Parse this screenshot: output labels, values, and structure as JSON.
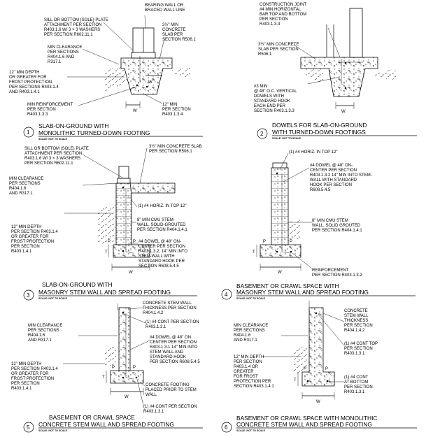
{
  "details": [
    {
      "number": "1",
      "title_line1": "SLAB-ON-GROUND WITH",
      "title_line2": "MONOLITHIC TURNED-DOWN FOOTING",
      "scale": "SCALE: NOT TO SCALE",
      "labels": {
        "wall": [
          "BEARING WALL OR",
          "BRACED WALL LINE"
        ],
        "plate": [
          "SILL OR BOTTOM (SOLE) PLATE",
          "ATTACHMENT PER SECTION",
          "R403.1.6 W/ 3 × 3 WASHERS",
          "PER SECTION R602.11.1"
        ],
        "slab": [
          "3½\" MIN",
          "CONCRETE",
          "SLAB PER",
          "SECTION R506.1"
        ],
        "clearance": [
          "MIN CLEARANCE",
          "PER SECTIONS",
          "R404.1.6 AND",
          "R317.1"
        ],
        "depth": [
          "12\" MIN DEPTH",
          "OR GREATER FOR",
          "FROST PROTECTION",
          "PER SECTIONS R403.1.4",
          "AND R403.1.4.1"
        ],
        "reinf": [
          "MIN REINFORCEMENT",
          "PER SECTION",
          "R403.1.3.3"
        ],
        "width": [
          "12\" MIN",
          "PER SECTION",
          "R403.1.3.4"
        ]
      },
      "dims": {
        "w1": "W",
        "w2": "W"
      }
    },
    {
      "number": "2",
      "title_line1": "DOWELS FOR SLAB-ON-GROUND",
      "title_line2": "WITH TURNED-DOWN FOOTINGS",
      "scale": "SCALE: NOT TO SCALE",
      "labels": {
        "joint": [
          "CONSTRUCTION JOINT",
          "#4 MIN HORIZONTAL",
          "BAR TOP AND BOTTOM",
          "PER SECTION",
          "R403.1.3.3"
        ],
        "slab": [
          "3½\" MIN CONCRETE",
          "SLAB PER SECTION",
          "R506.1"
        ],
        "dowels": [
          "#3 MIN",
          "@ 48\" O.C. VERTICAL",
          "DOWELS WITH",
          "STANDARD HOOK",
          "EACH END PER",
          "SECTION R403.1.3.3"
        ]
      },
      "dims": {
        "w1": "W"
      }
    },
    {
      "number": "3",
      "title_line1": "SLAB-ON-GROUND WITH",
      "title_line2": "MASONRY STEM WALL AND SPREAD FOOTING",
      "scale": "SCALE: NOT TO SCALE",
      "labels": {
        "plate": [
          "SILL OR BOTTOM (SOLE) PLATE",
          "ATTACHMENT PER SECTION",
          "R403.1.6 W/ 3 × 3 WASHERS",
          "PER SECTION R602.11.1"
        ],
        "slab": [
          "3½\" MIN CONCRETE SLAB",
          "PER SECTION R506.1"
        ],
        "clearance": [
          "MIN CLEARANCE",
          "PER SECTIONS",
          "R404.1.6",
          "AND R317.1"
        ],
        "horiz": [
          "(1) #4 HORIZ. IN TOP 12\""
        ],
        "cmu": [
          "8\" MIN CMU STEM-",
          "WALL, SOLID-GROUTED",
          "PER SECTION R404.1.4.1"
        ],
        "depth": [
          "12\" MIN DEPTH",
          "PER SECTION R403.1.4",
          "OR GREATER FOR",
          "FROST PROTECTION",
          "PER SECTION",
          "R403.1.4.1"
        ],
        "dowel": [
          "#4 DOWEL @ 48\" ON-",
          "CENTER PER SECTION",
          "R403.1.3.2, 14\" MIN INTO",
          "STEM-WALL WITH",
          "STANDARD HOOK PER",
          "SECTION R608.5.4.5"
        ]
      },
      "dims": {
        "p1": "P",
        "p2": "P",
        "t": "T",
        "w": "W"
      }
    },
    {
      "number": "4",
      "title_line1": "BASEMENT OR CRAWL SPACE WITH",
      "title_line2": "MASONRY STEM WALL AND SPREAD FOOTING",
      "scale": "SCALE: NOT TO SCALE",
      "labels": {
        "horiz": [
          "(1) #4 HORIZ. IN TOP 12\""
        ],
        "dowel": [
          "#4 DOWEL @ 48\" ON-",
          "CENTER PER SECTION",
          "R403.1.3.2 14\" MIN INTO STEM-",
          "WALL WITH STANDARD",
          "HOOK PER SECTION",
          "R608.5.4.5"
        ],
        "cmu": [
          "8\" MIN CMU STEM",
          "WALL, SOLID GROUTED",
          "PER SECTION R404.1.4.1"
        ],
        "reinf": [
          "REINFORCEMENT",
          "PER SECTION R403.1.3.2"
        ]
      },
      "dims": {
        "p1": "P",
        "p2": "P",
        "t": "T",
        "w": "W"
      }
    },
    {
      "number": "5",
      "title_line1": "BASEMENT OR CRAWL SPACE",
      "title_line2": "CONCRETE STEM WALL AND SPREAD FOOTING",
      "scale": "SCALE: NOT TO SCALE",
      "labels": {
        "stem": [
          "CONCRETE STEM WALL",
          "THICKNESS PER SECTION",
          "R404.1.4.2"
        ],
        "cont": [
          "(1) #4 CONT PER SECTION",
          "R403.1.3.1"
        ],
        "clearance": [
          "MIN CLEARANCE",
          "PER SECTIONS",
          "R404.1.6",
          "AND R317.1"
        ],
        "dowel": [
          "#4 DOWEL @ 48\" ON",
          "CENTER PER SECTION",
          "R403.1.3.1 14\" MIN INTO",
          "STEM WALL AND",
          "STANDARD HOOK",
          "PER SECTION R608.5.4.5"
        ],
        "depth": [
          "12\" MIN DEPTH",
          "PER SECTION R403.1.4",
          "OR GREATER FOR",
          "FROST PROTECTION",
          "PER SECTION",
          "R403.1.4.1"
        ],
        "footing": [
          "CONCRETE FOOTING",
          "PLACED PRIOR TO STEM",
          "WALL"
        ],
        "cont2": [
          "(1) #4 CONT PER SECTION",
          "R403.1.3.1"
        ]
      },
      "dims": {
        "p1": "P",
        "p2": "P",
        "t": "T",
        "w": "W"
      }
    },
    {
      "number": "6",
      "title_line1": "BASEMENT OR CRAWL SPACE WITH MONOLITHIC",
      "title_line2": "CONCRETE STEM WALL AND SPREAD FOOTING",
      "scale": "SCALE: NOT TO SCALE",
      "labels": {
        "stem": [
          "CONCRETE",
          "STEM WALL",
          "THICKNESS",
          "PER SECTION",
          "R404.1.4.2"
        ],
        "clearance": [
          "MIN CLEARANCE",
          "PER SECTIONS",
          "R404.1.6",
          "AND R317.1"
        ],
        "cont_top": [
          "(1) #4 CONT TOP",
          "PER SECTION",
          "R403.1.3.1"
        ],
        "depth": [
          "12\" MIN DEPTH",
          "PER SECTION",
          "R403.1.4 OR",
          "GREATER",
          "FOR FROST",
          "PROTECTION PER",
          "SECTION R403.1.4.1"
        ],
        "cont_bot": [
          "(1) #4 CONT",
          "AT BOTTOM",
          "PER SECTION",
          "R403.1.3.1"
        ]
      },
      "dims": {
        "p1": "P",
        "p2": "P",
        "t": "T",
        "w": "W"
      }
    }
  ]
}
